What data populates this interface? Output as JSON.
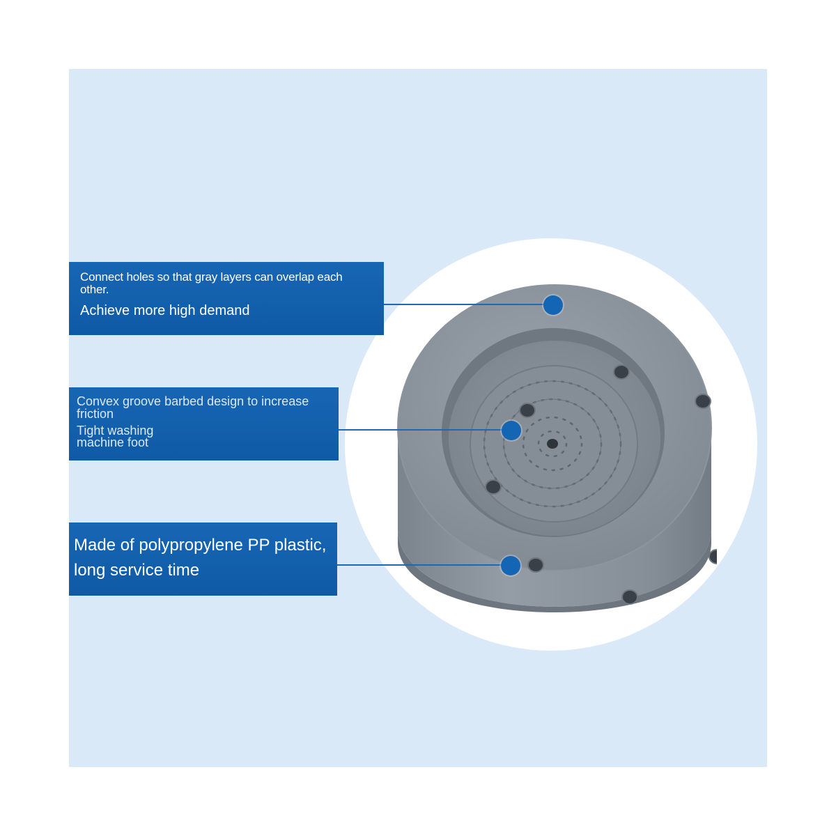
{
  "callouts": {
    "connect_holes": {
      "line1": "Connect holes so that gray layers can overlap each other.",
      "line2": "Achieve more high demand"
    },
    "groove": {
      "line1": "Convex groove barbed design to increase friction",
      "line2": "Tight washing machine foot"
    },
    "material": {
      "line1": "Made of polypropylene PP plastic, long service time"
    }
  },
  "colors": {
    "background": "#d9e9f8",
    "callout_blue": "#1766b4",
    "marker_blue": "#1565b5",
    "product_gray": "#8a939c"
  },
  "icons": {
    "product": "anti-vibration-washing-machine-foot-pad"
  }
}
